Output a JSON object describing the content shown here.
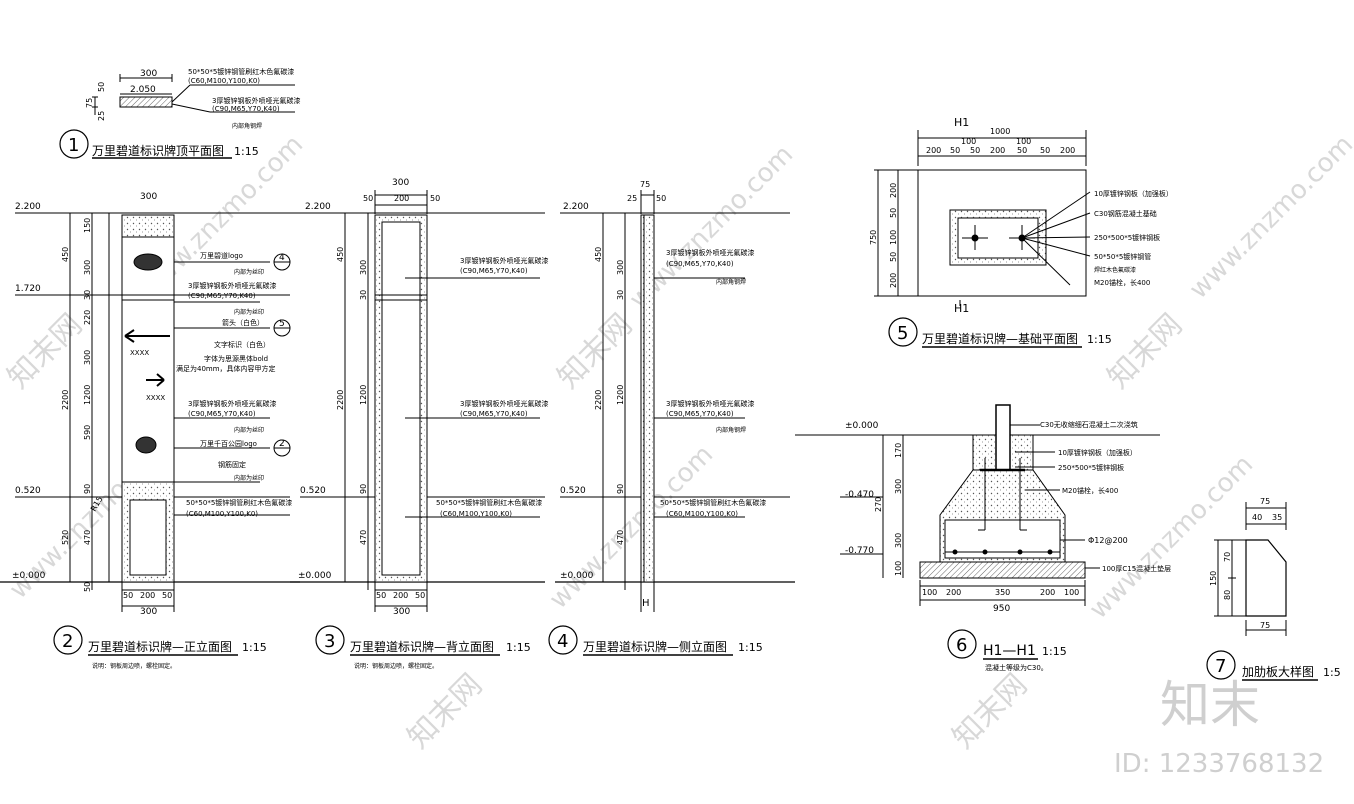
{
  "watermark": {
    "site": "www.znzmo.com",
    "cn": "知末网",
    "brand": "知末",
    "id": "ID: 1233768132"
  },
  "views": {
    "v1": {
      "num": "1",
      "title": "万里碧道标识牌顶平面图",
      "scale": "1:15",
      "dims": [
        "300",
        "2.050",
        "50",
        "75",
        "25",
        "50"
      ],
      "notes": [
        "50*50*5镀锌钢管刷红木色氟碳漆",
        "(C60,M100,Y100,K0)",
        "3厚镀锌钢板外喷哑光氟碳漆",
        "(C90,M65,Y70,K40)",
        "内部角钢焊"
      ]
    },
    "v2": {
      "num": "2",
      "title": "万里碧道标识牌—正立面图",
      "scale": "1:15",
      "note": "说明：钢板周边喷，螺栓固定。",
      "levels": [
        "2.200",
        "1.720",
        "0.520",
        "±0.000"
      ],
      "dims": [
        "150",
        "300",
        "450",
        "30",
        "220",
        "300",
        "1200",
        "2200",
        "590",
        "90",
        "470",
        "520",
        "50",
        "300",
        "50",
        "200",
        "50",
        "300",
        "R15"
      ],
      "notes": [
        "万里碧道logo",
        "内部为丝印",
        "3厚镀锌钢板外喷哑光氟碳漆",
        "(C90,M65,Y70,K40)",
        "内部为丝印",
        "箭头（白色）",
        "文字标识（白色）",
        "字体为思源黑体bold",
        "满足为40mm，具体内容甲方定",
        "3厚镀锌钢板外喷哑光氟碳漆",
        "(C90,M65,Y70,K40)",
        "内部为丝印",
        "万里千百公园logo",
        "钢筋固定",
        "内部为丝印",
        "50*50*5镀锌钢管刷红木色氟碳漆",
        "(C60,M100,Y100,K0)"
      ],
      "tags": [
        "4",
        "5",
        "2"
      ],
      "xxxx": "XXXX"
    },
    "v3": {
      "num": "3",
      "title": "万里碧道标识牌—背立面图",
      "scale": "1:15",
      "note": "说明：钢板周边喷，螺栓固定。",
      "levels": [
        "2.200",
        "0.520",
        "±0.000"
      ],
      "dims": [
        "300",
        "50",
        "200",
        "50",
        "450",
        "300",
        "30",
        "1200",
        "2200",
        "90",
        "470",
        "50",
        "200",
        "50",
        "300"
      ],
      "notes": [
        "3厚镀锌钢板外喷哑光氟碳漆",
        "(C90,M65,Y70,K40)",
        "3厚镀锌钢板外喷哑光氟碳漆",
        "(C90,M65,Y70,K40)",
        "50*50*5镀锌钢管刷红木色氟碳漆",
        "(C60,M100,Y100,K0)"
      ]
    },
    "v4": {
      "num": "4",
      "title": "万里碧道标识牌—侧立面图",
      "scale": "1:15",
      "levels": [
        "2.200",
        "0.520",
        "±0.000"
      ],
      "dims": [
        "75",
        "25",
        "50",
        "450",
        "300",
        "30",
        "1200",
        "2200",
        "90",
        "470"
      ],
      "notes": [
        "3厚镀锌钢板外喷哑光氟碳漆",
        "(C90,M65,Y70,K40)",
        "内部角钢焊",
        "3厚镀锌钢板外喷哑光氟碳漆",
        "(C90,M65,Y70,K40)",
        "内部角钢焊",
        "50*50*5镀锌钢管刷红木色氟碳漆",
        "(C60,M100,Y100,K0)"
      ],
      "mark": "H"
    },
    "v5": {
      "num": "5",
      "title": "万里碧道标识牌—基础平面图",
      "scale": "1:15",
      "section": "H1",
      "dims": [
        "1000",
        "100",
        "100",
        "200",
        "50",
        "50",
        "200",
        "50",
        "50",
        "200",
        "750",
        "200",
        "50",
        "100",
        "50",
        "200"
      ],
      "notes": [
        "10厚镀锌钢板（加强板）",
        "C30钢筋混凝土基础",
        "250*500*5镀锌钢板",
        "50*50*5镀锌钢管",
        "焊红木色氟碳漆",
        "M20锚栓，长400"
      ]
    },
    "v6": {
      "num": "6",
      "title": "H1—H1",
      "scale": "1:15",
      "note": "混凝土等级为C30。",
      "levels": [
        "±0.000",
        "-0.470",
        "-0.770"
      ],
      "dims": [
        "170",
        "300",
        "270",
        "300",
        "100",
        "100",
        "200",
        "350",
        "200",
        "100",
        "950"
      ],
      "notes": [
        "C30无收缩细石混凝土二次浇筑",
        "10厚镀锌钢板（加强板）",
        "250*500*5镀锌钢板",
        "M20锚栓，长400",
        "Φ12@200",
        "100厚C15混凝土垫层"
      ]
    },
    "v7": {
      "num": "7",
      "title": "加肋板大样图",
      "scale": "1:5",
      "dims": [
        "75",
        "40",
        "35",
        "70",
        "150",
        "80",
        "75"
      ]
    }
  }
}
